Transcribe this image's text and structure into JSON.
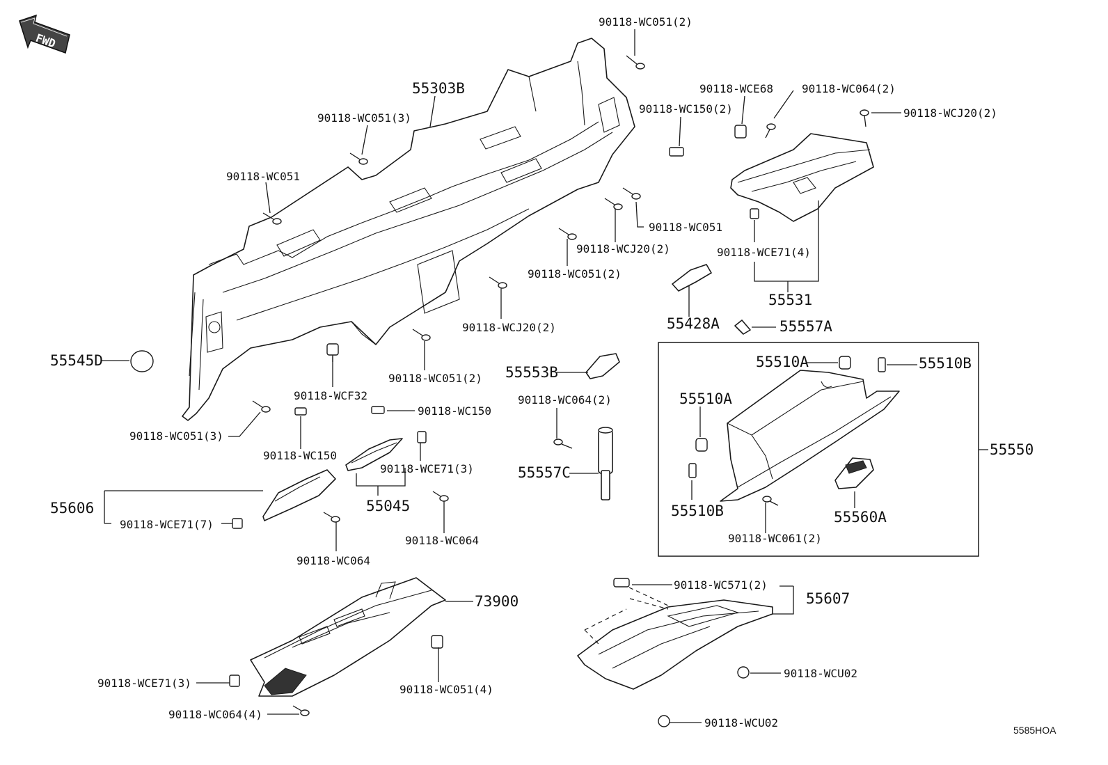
{
  "diagram": {
    "fwd_label": "FWD",
    "ref_code": "5585HOA",
    "labels": [
      {
        "id": "l01",
        "text": "90118-WC051(2)"
      },
      {
        "id": "l02",
        "text": "55303B"
      },
      {
        "id": "l03",
        "text": "90118-WCE68"
      },
      {
        "id": "l04",
        "text": "90118-WC064(2)"
      },
      {
        "id": "l05",
        "text": "90118-WC150(2)"
      },
      {
        "id": "l06",
        "text": "90118-WCJ20(2)"
      },
      {
        "id": "l07",
        "text": "90118-WC051(3)"
      },
      {
        "id": "l08",
        "text": "90118-WC051"
      },
      {
        "id": "l09",
        "text": "90118-WC051"
      },
      {
        "id": "l10",
        "text": "90118-WCJ20(2)"
      },
      {
        "id": "l11",
        "text": "90118-WCE71(4)"
      },
      {
        "id": "l12",
        "text": "90118-WC051(2)"
      },
      {
        "id": "l13",
        "text": "55531"
      },
      {
        "id": "l14",
        "text": "90118-WCJ20(2)"
      },
      {
        "id": "l15",
        "text": "55428A"
      },
      {
        "id": "l16",
        "text": "55557A"
      },
      {
        "id": "l17",
        "text": "55545D"
      },
      {
        "id": "l18",
        "text": "90118-WC051(2)"
      },
      {
        "id": "l19",
        "text": "55553B"
      },
      {
        "id": "l20",
        "text": "55510A"
      },
      {
        "id": "l21",
        "text": "55510B"
      },
      {
        "id": "l22",
        "text": "90118-WCF32"
      },
      {
        "id": "l23",
        "text": "90118-WC064(2)"
      },
      {
        "id": "l24",
        "text": "90118-WC150"
      },
      {
        "id": "l25",
        "text": "55510A"
      },
      {
        "id": "l26",
        "text": "90118-WC051(3)"
      },
      {
        "id": "l27",
        "text": "90118-WC150"
      },
      {
        "id": "l28",
        "text": "55550"
      },
      {
        "id": "l29",
        "text": "90118-WCE71(3)"
      },
      {
        "id": "l30",
        "text": "55557C"
      },
      {
        "id": "l31",
        "text": "55606"
      },
      {
        "id": "l32",
        "text": "55045"
      },
      {
        "id": "l33",
        "text": "55510B"
      },
      {
        "id": "l34",
        "text": "55560A"
      },
      {
        "id": "l35",
        "text": "90118-WCE71(7)"
      },
      {
        "id": "l36",
        "text": "90118-WC064"
      },
      {
        "id": "l37",
        "text": "90118-WC061(2)"
      },
      {
        "id": "l38",
        "text": "90118-WC064"
      },
      {
        "id": "l39",
        "text": "90118-WC571(2)"
      },
      {
        "id": "l40",
        "text": "73900"
      },
      {
        "id": "l41",
        "text": "55607"
      },
      {
        "id": "l42",
        "text": "90118-WCE71(3)"
      },
      {
        "id": "l43",
        "text": "90118-WC051(4)"
      },
      {
        "id": "l44",
        "text": "90118-WCU02"
      },
      {
        "id": "l45",
        "text": "90118-WC064(4)"
      },
      {
        "id": "l46",
        "text": "90118-WCU02"
      }
    ]
  }
}
